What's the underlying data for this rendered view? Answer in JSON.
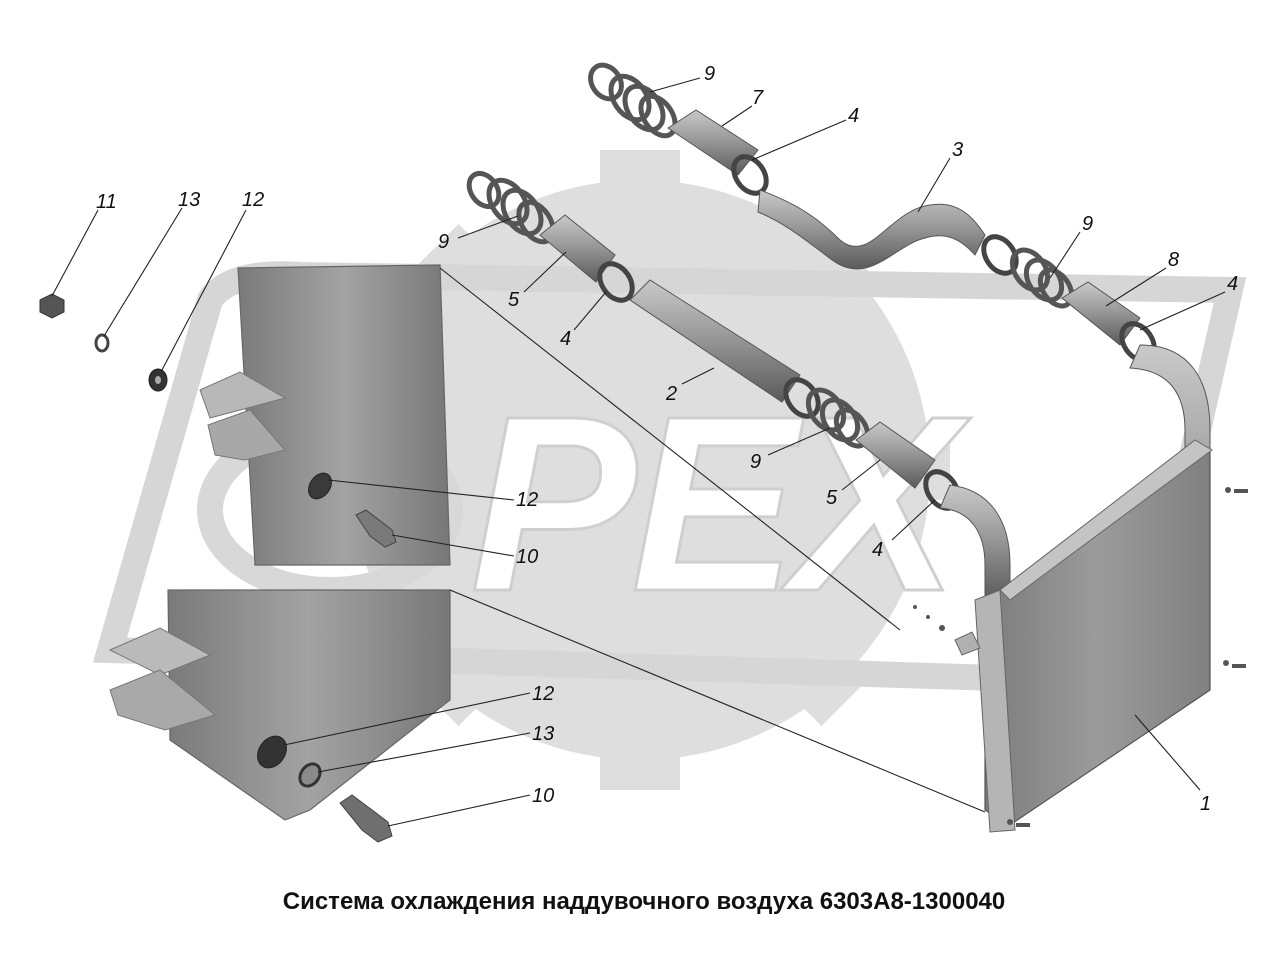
{
  "caption": "Система охлаждения наддувочного воздуха 6303А8-1300040",
  "watermark": "PEX",
  "colors": {
    "part": "#8f8f8f",
    "part_dark": "#5f5f5f",
    "part_light": "#bdbdbd",
    "watermark": "#d9d9d9",
    "line": "#222222"
  },
  "callouts": {
    "c1": "1",
    "c2": "2",
    "c3": "3",
    "c4a": "4",
    "c4b": "4",
    "c4c": "4",
    "c4d": "4",
    "c5a": "5",
    "c5b": "5",
    "c7": "7",
    "c8": "8",
    "c9a": "9",
    "c9b": "9",
    "c9c": "9",
    "c9d": "9",
    "c10a": "10",
    "c10b": "10",
    "c11": "11",
    "c12a": "12",
    "c12b": "12",
    "c12c": "12",
    "c13a": "13",
    "c13b": "13"
  }
}
